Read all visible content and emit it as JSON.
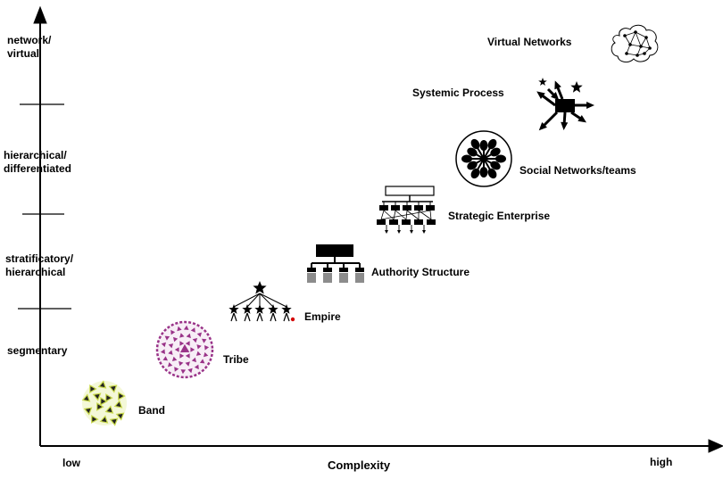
{
  "y_axis_levels": [
    {
      "label": "network/\nvirtual"
    },
    {
      "label": "hierarchical/\ndifferentiated"
    },
    {
      "label": "stratificatory/\nhierarchical"
    },
    {
      "label": "segmentary"
    }
  ],
  "x_axis": {
    "low_label": "low",
    "title": "Complexity",
    "high_label": "high"
  },
  "stages": [
    {
      "label": "Band",
      "icon": "band-cluster-icon",
      "color": "#c8d84a"
    },
    {
      "label": "Tribe",
      "icon": "tribe-circle-icon",
      "color": "#993388"
    },
    {
      "label": "Empire",
      "icon": "empire-star-tree-icon",
      "color": "#000000"
    },
    {
      "label": "Authority Structure",
      "icon": "authority-org-chart-icon",
      "color": "#000000"
    },
    {
      "label": "Strategic Enterprise",
      "icon": "strategic-enterprise-network-icon",
      "color": "#000000"
    },
    {
      "label": "Social Networks/teams",
      "icon": "social-network-circle-icon",
      "color": "#000000"
    },
    {
      "label": "Systemic Process",
      "icon": "systemic-process-arrows-icon",
      "color": "#000000"
    },
    {
      "label": "Virtual Networks",
      "icon": "virtual-network-cloud-icon",
      "color": "#000000"
    }
  ]
}
